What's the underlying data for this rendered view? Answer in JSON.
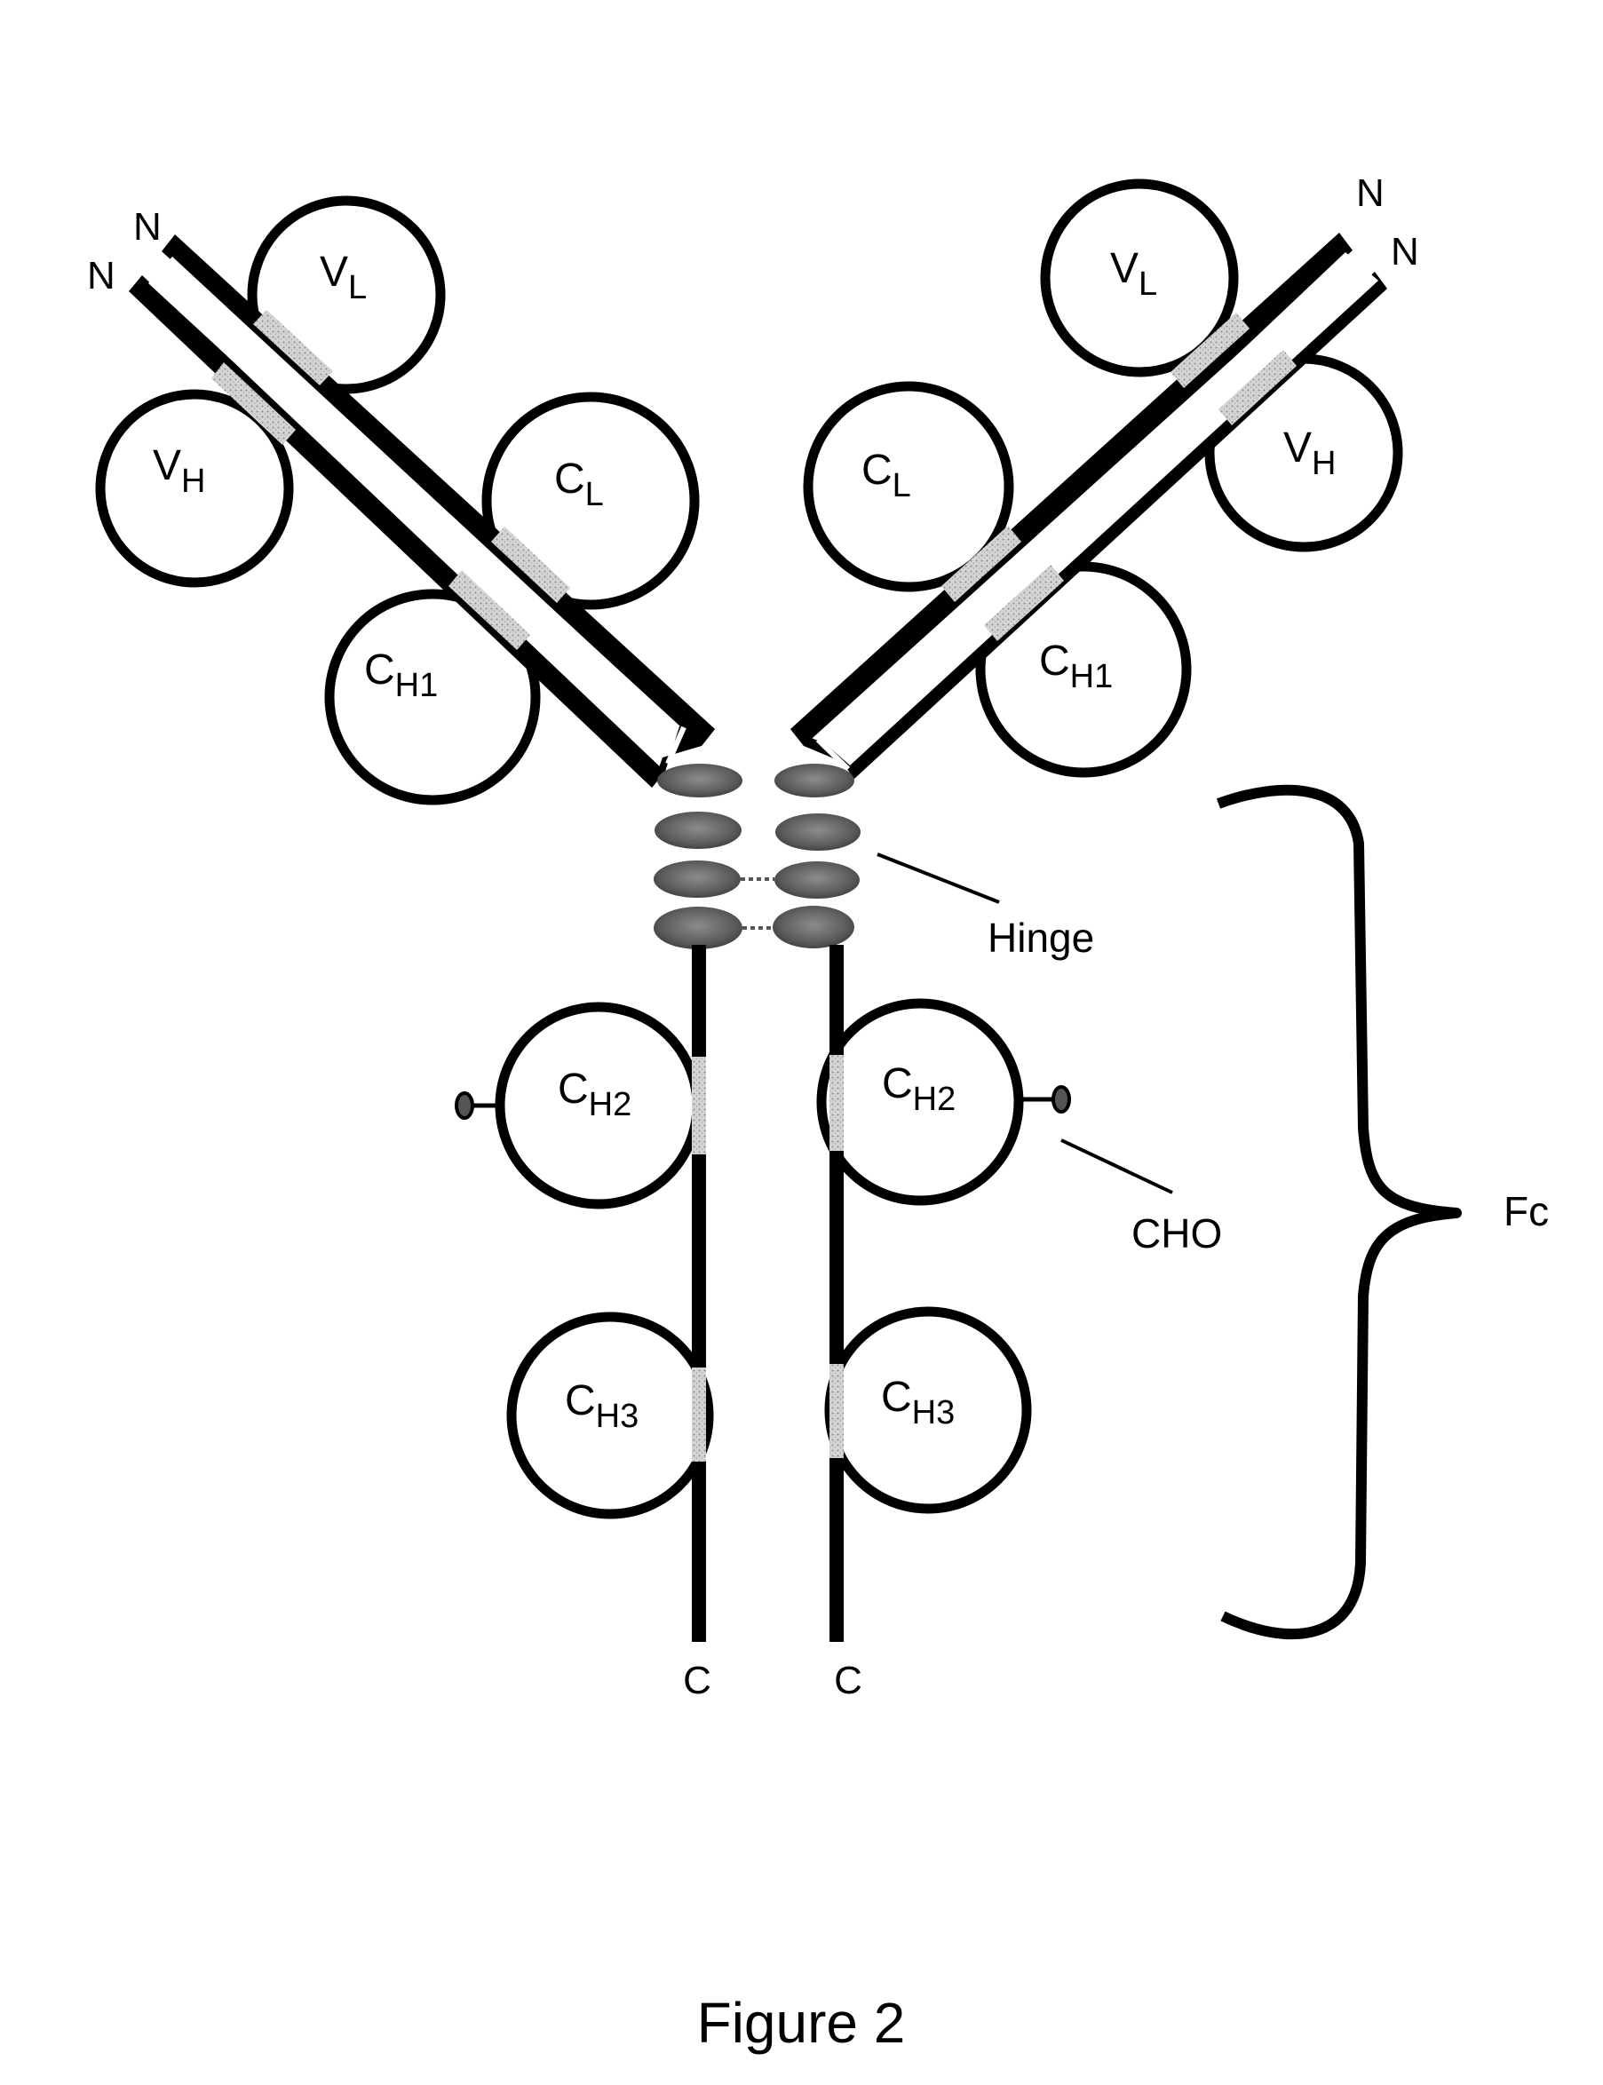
{
  "figure": {
    "caption": "Figure 2",
    "domains": {
      "left": {
        "vl": {
          "main": "V",
          "sub": "L"
        },
        "vh": {
          "main": "V",
          "sub": "H"
        },
        "cl": {
          "main": "C",
          "sub": "L"
        },
        "ch1": {
          "main": "C",
          "sub": "H1"
        },
        "ch2": {
          "main": "C",
          "sub": "H2"
        },
        "ch3": {
          "main": "C",
          "sub": "H3"
        }
      },
      "right": {
        "vl": {
          "main": "V",
          "sub": "L"
        },
        "vh": {
          "main": "V",
          "sub": "H"
        },
        "cl": {
          "main": "C",
          "sub": "L"
        },
        "ch1": {
          "main": "C",
          "sub": "H1"
        },
        "ch2": {
          "main": "C",
          "sub": "H2"
        },
        "ch3": {
          "main": "C",
          "sub": "H3"
        }
      }
    },
    "termini": {
      "n_left_light": "N",
      "n_left_heavy": "N",
      "n_right_light": "N",
      "n_right_heavy": "N",
      "c_left": "C",
      "c_right": "C"
    },
    "annotations": {
      "hinge": "Hinge",
      "cho": "CHO",
      "fc": "Fc"
    }
  }
}
